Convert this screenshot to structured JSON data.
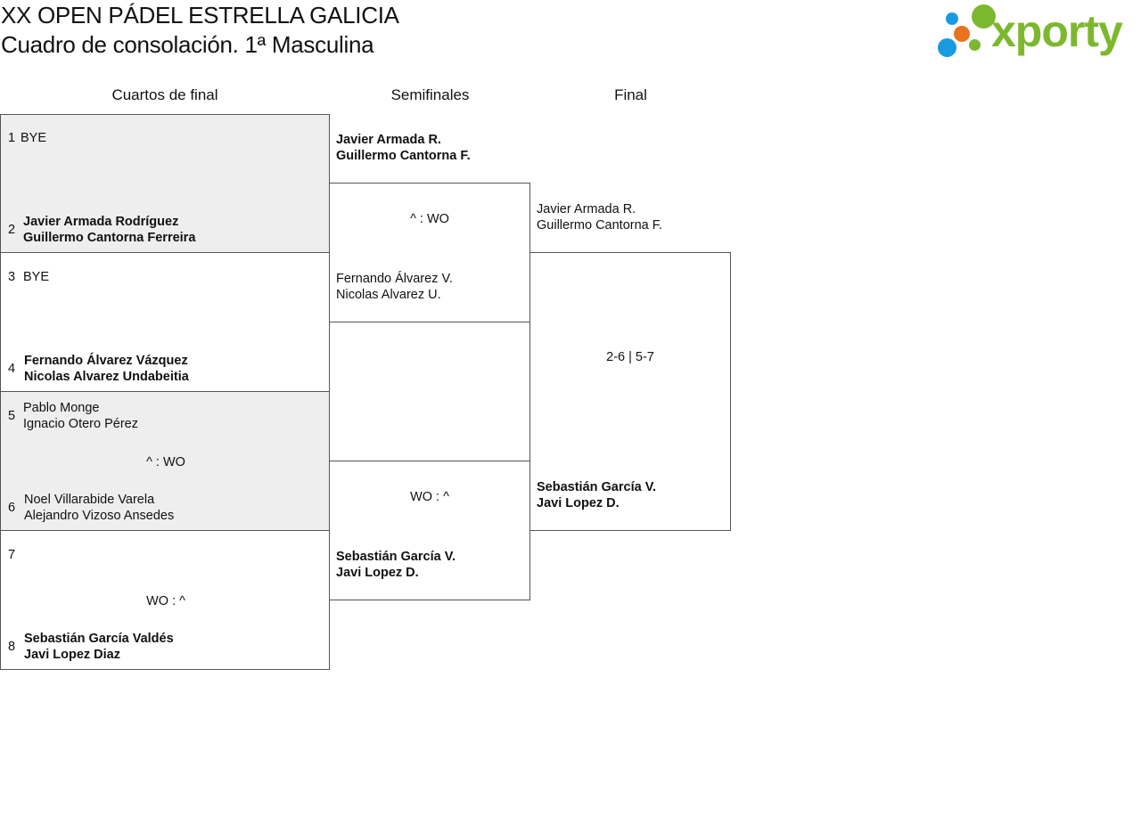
{
  "header": {
    "title": "XX OPEN PÁDEL ESTRELLA GALICIA",
    "subtitle": "Cuadro de consolación. 1ª Masculina"
  },
  "logo": {
    "text": "xporty",
    "icon": "xporty-dots-logo",
    "colors": {
      "green": "#7cb82f",
      "orange": "#e8731c",
      "blue": "#1a9ae0"
    }
  },
  "rounds": {
    "quarterfinals": "Cuartos de final",
    "semifinals": "Semifinales",
    "final": "Final"
  },
  "quarterfinals": {
    "match1": {
      "seed_a": "1",
      "team_a": [
        "BYE"
      ],
      "seed_b": "2",
      "team_b": [
        "Javier Armada Rodríguez",
        "Guillermo Cantorna Ferreira"
      ]
    },
    "match2": {
      "seed_a": "3",
      "team_a": [
        "BYE"
      ],
      "seed_b": "4",
      "team_b": [
        "Fernando Álvarez Vázquez",
        "Nicolas Alvarez Undabeitia"
      ]
    },
    "match3": {
      "seed_a": "5",
      "team_a": [
        "Pablo Monge",
        "Ignacio Otero Pérez"
      ],
      "result": "^ : WO",
      "seed_b": "6",
      "team_b": [
        "Noel Villarabide Varela",
        "Alejandro Vizoso Ansedes"
      ]
    },
    "match4": {
      "seed_a": "7",
      "team_a": [],
      "result": "WO : ^",
      "seed_b": "8",
      "team_b": [
        "Sebastián García Valdés",
        "Javi Lopez Diaz"
      ]
    }
  },
  "semifinals": {
    "match1": {
      "team_a": [
        "Javier Armada R.",
        "Guillermo Cantorna F."
      ],
      "result": "^ : WO",
      "team_b": [
        "Fernando Álvarez V.",
        "Nicolas Alvarez U."
      ]
    },
    "match2": {
      "result": "WO : ^",
      "team_b": [
        "Sebastián García V.",
        "Javi Lopez D."
      ]
    }
  },
  "final": {
    "team_a": [
      "Javier Armada R.",
      "Guillermo Cantorna F."
    ],
    "result": "2-6 | 5-7",
    "team_b": [
      "Sebastián García V.",
      "Javi Lopez D."
    ]
  },
  "colors": {
    "shade": "#eeeeee",
    "border": "#555555",
    "text": "#111111"
  }
}
